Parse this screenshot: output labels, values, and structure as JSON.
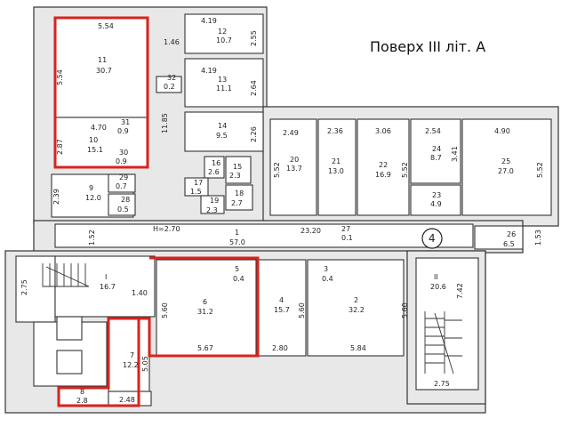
{
  "title": "Поверх ІІІ літ. А",
  "colors": {
    "highlight": "#d9231d",
    "wall": "#e8e8e8",
    "line": "#333333"
  },
  "marker": "4",
  "rooms": [
    {
      "id": "r11",
      "num": "11",
      "area": "30.7"
    },
    {
      "id": "r10",
      "num": "10",
      "area": "15.1"
    },
    {
      "id": "r9",
      "num": "9",
      "area": "12.0"
    },
    {
      "id": "r12",
      "num": "12",
      "area": "10.7"
    },
    {
      "id": "r13",
      "num": "13",
      "area": "11.1"
    },
    {
      "id": "r14",
      "num": "14",
      "area": "9.5"
    },
    {
      "id": "r20",
      "num": "20",
      "area": "13.7"
    },
    {
      "id": "r21",
      "num": "21",
      "area": "13.0"
    },
    {
      "id": "r22",
      "num": "22",
      "area": "16.9"
    },
    {
      "id": "r24",
      "num": "24",
      "area": "8.7"
    },
    {
      "id": "r23",
      "num": "23",
      "area": "4.9"
    },
    {
      "id": "r25",
      "num": "25",
      "area": "27.0"
    },
    {
      "id": "r1",
      "num": "1",
      "area": "57.0"
    },
    {
      "id": "r26",
      "num": "26",
      "area": "6.5"
    },
    {
      "id": "rI",
      "num": "I",
      "area": "16.7"
    },
    {
      "id": "r6",
      "num": "6",
      "area": "31.2"
    },
    {
      "id": "r4",
      "num": "4",
      "area": "15.7"
    },
    {
      "id": "r2",
      "num": "2",
      "area": "32.2"
    },
    {
      "id": "rII",
      "num": "II",
      "area": "20.6"
    },
    {
      "id": "r7",
      "num": "7",
      "area": "12.2"
    },
    {
      "id": "r8",
      "num": "8",
      "area": "2.8"
    },
    {
      "id": "r31",
      "num": "31",
      "area": "0.9"
    },
    {
      "id": "r30",
      "num": "30",
      "area": "0.9"
    },
    {
      "id": "r29",
      "num": "29",
      "area": "0.7"
    },
    {
      "id": "r28",
      "num": "28",
      "area": "0.5"
    },
    {
      "id": "r32",
      "num": "32",
      "area": "0.2"
    },
    {
      "id": "r16",
      "num": "16",
      "area": "2.6"
    },
    {
      "id": "r15",
      "num": "15",
      "area": "2.3"
    },
    {
      "id": "r17",
      "num": "17",
      "area": "1.5"
    },
    {
      "id": "r18",
      "num": "18",
      "area": "2.7"
    },
    {
      "id": "r19",
      "num": "19",
      "area": "2.3"
    },
    {
      "id": "r27",
      "num": "27",
      "area": "0.1"
    },
    {
      "id": "r5",
      "num": "5",
      "area": "0.4"
    },
    {
      "id": "r3",
      "num": "3",
      "area": "0.4"
    }
  ],
  "dimensions": [
    "5.54",
    "5.54",
    "2.87",
    "2.39",
    "1.46",
    "11.85",
    "4.70",
    "4.19",
    "4.19",
    "2.55",
    "2.64",
    "2.26",
    "2.49",
    "2.36",
    "3.06",
    "2.54",
    "4.90",
    "5.52",
    "5.52",
    "3.41",
    "5.52",
    "1.52",
    "H=2.70",
    "23.20",
    "1.53",
    "2.75",
    "1.40",
    "5.60",
    "5.60",
    "5.60",
    "5.67",
    "2.80",
    "5.84",
    "7.42",
    "2.75",
    "5.05",
    "2.48"
  ]
}
